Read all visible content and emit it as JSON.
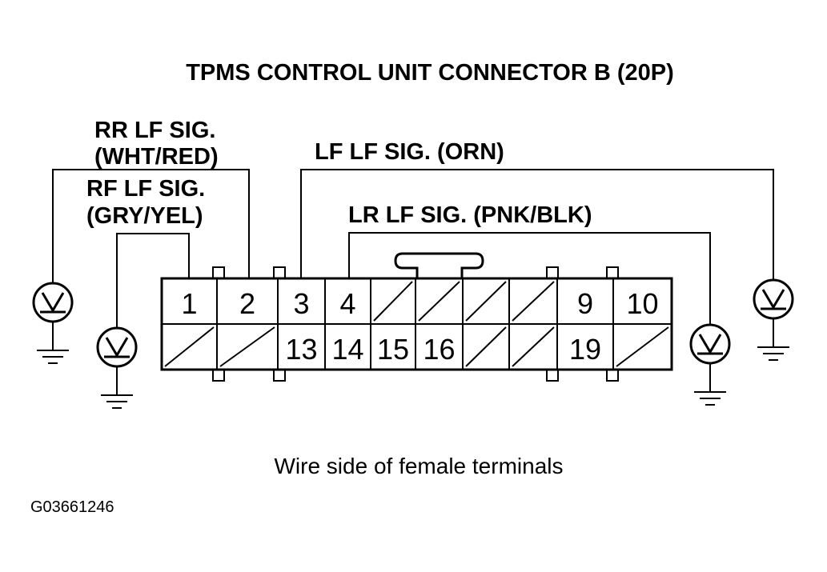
{
  "title": "TPMS CONTROL UNIT CONNECTOR B (20P)",
  "signals": {
    "rr_line1": "RR LF SIG.",
    "rr_line2": "(WHT/RED)",
    "rf_line1": "RF LF SIG.",
    "rf_line2": "(GRY/YEL)",
    "lf": "LF LF SIG. (ORN)",
    "lr": "LR LF SIG. (PNK/BLK)"
  },
  "connector": {
    "top_row": [
      "1",
      "2",
      "3",
      "4",
      "",
      "",
      "",
      "",
      "9",
      "10"
    ],
    "bottom_row": [
      "",
      "",
      "13",
      "14",
      "15",
      "16",
      "",
      "",
      "19",
      ""
    ]
  },
  "caption": "Wire side of female terminals",
  "figure_code": "G03661246",
  "colors": {
    "line": "#000000",
    "background": "#ffffff"
  }
}
